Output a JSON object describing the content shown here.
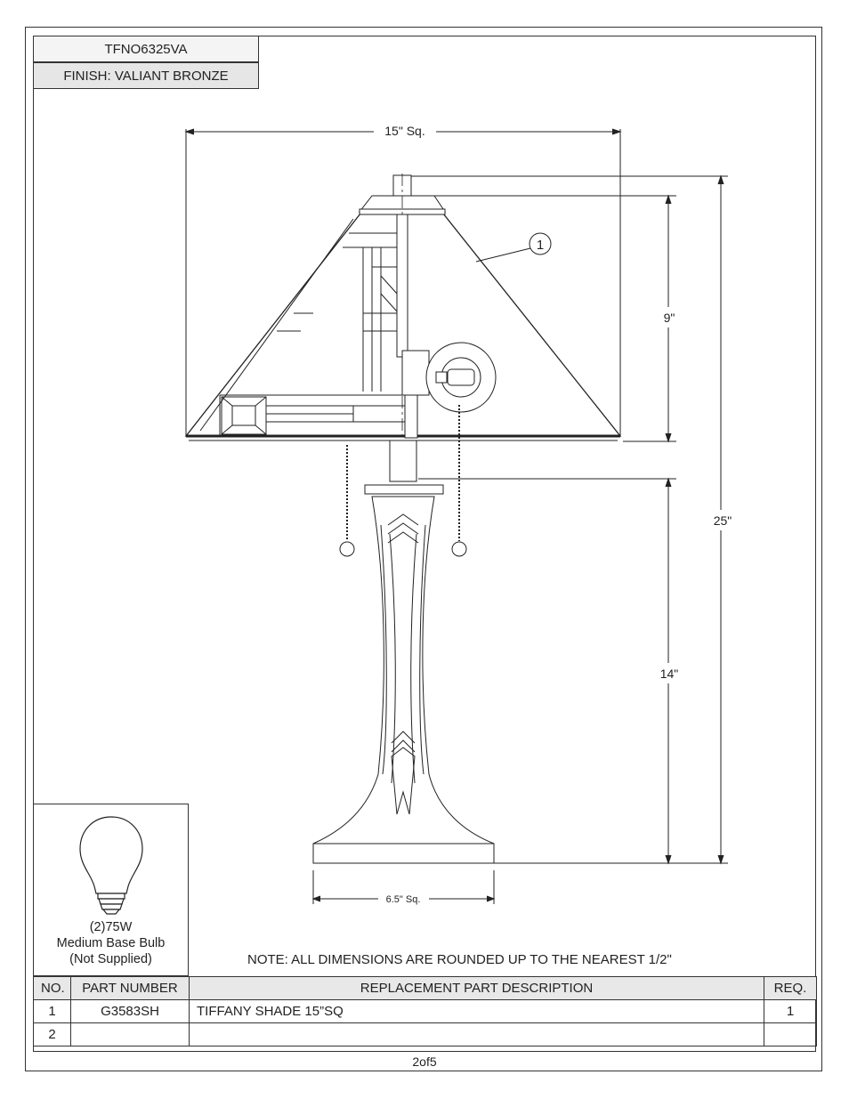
{
  "header": {
    "model": "TFNO6325VA",
    "finish": "FINISH: VALIANT BRONZE"
  },
  "dimensions": {
    "shade_width": "15\" Sq.",
    "shade_height": "9\"",
    "overall_height": "25\"",
    "base_height": "14\"",
    "base_width": "6.5\" Sq."
  },
  "callout": "1",
  "bulb": {
    "line1": "(2)75W",
    "line2": "Medium Base Bulb",
    "line3": "(Not Supplied)"
  },
  "note": "NOTE:  ALL DIMENSIONS ARE ROUNDED UP TO THE NEAREST  1/2ʺ",
  "parts_table": {
    "headers": {
      "no": "NO.",
      "part": "PART NUMBER",
      "desc": "REPLACEMENT PART DESCRIPTION",
      "req": "REQ."
    },
    "rows": [
      {
        "no": "1",
        "part": "G3583SH",
        "desc": "TIFFANY SHADE 15”SQ",
        "req": "1"
      },
      {
        "no": "2",
        "part": "",
        "desc": "",
        "req": ""
      }
    ]
  },
  "page": "2of5"
}
